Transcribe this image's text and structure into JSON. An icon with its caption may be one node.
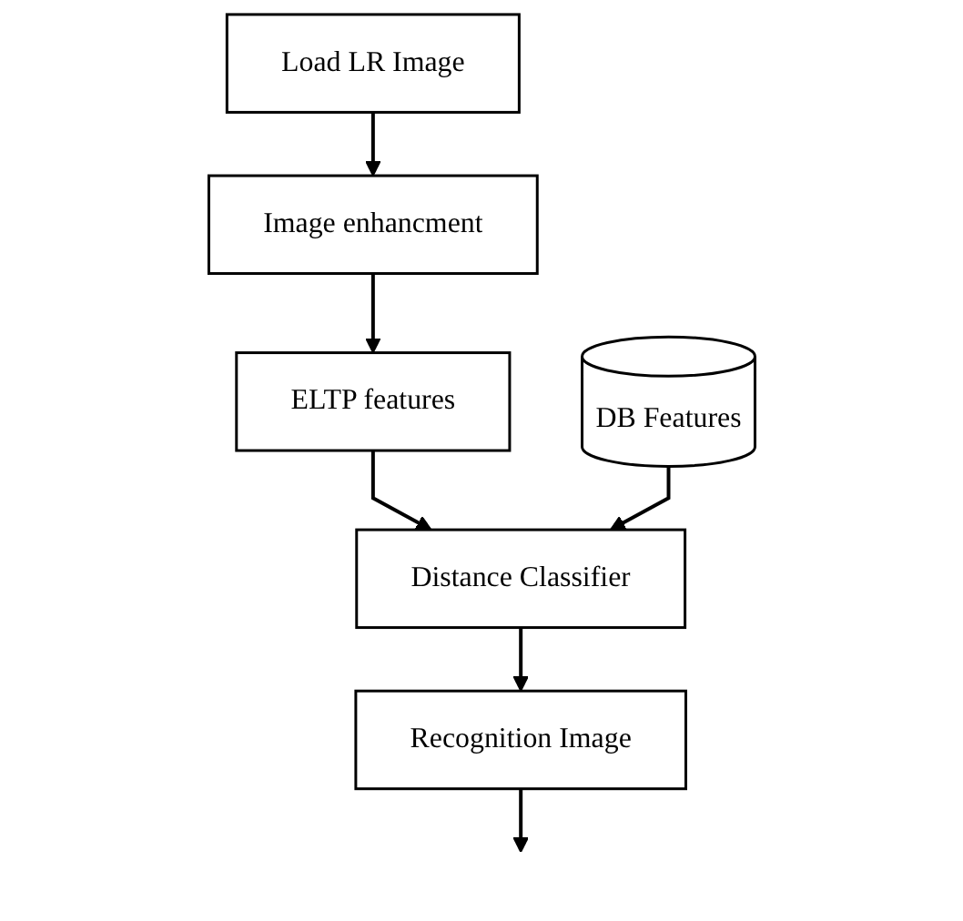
{
  "diagram": {
    "nodes": [
      {
        "text": [
          "Load LR Image"
        ]
      },
      {
        "text": [
          "Image enhancment"
        ]
      },
      {
        "text": [
          "ELTP features"
        ]
      },
      {
        "text": [
          "DB Features"
        ]
      },
      {
        "text": [
          "Distance Classifier"
        ]
      },
      {
        "text": [
          "Recognition Image"
        ]
      }
    ],
    "edges": [
      {
        "from": 0,
        "to": 1,
        "arrow": "to"
      },
      {
        "from": 1,
        "to": 2,
        "arrow": "to"
      },
      {
        "from": 2,
        "to": 4,
        "arrow": "to"
      },
      {
        "from": 3,
        "to": 4,
        "arrow": "to"
      },
      {
        "from": 4,
        "to": 5,
        "arrow": "to"
      },
      {
        "from": 5,
        "to": null,
        "arrow": "to"
      }
    ]
  }
}
